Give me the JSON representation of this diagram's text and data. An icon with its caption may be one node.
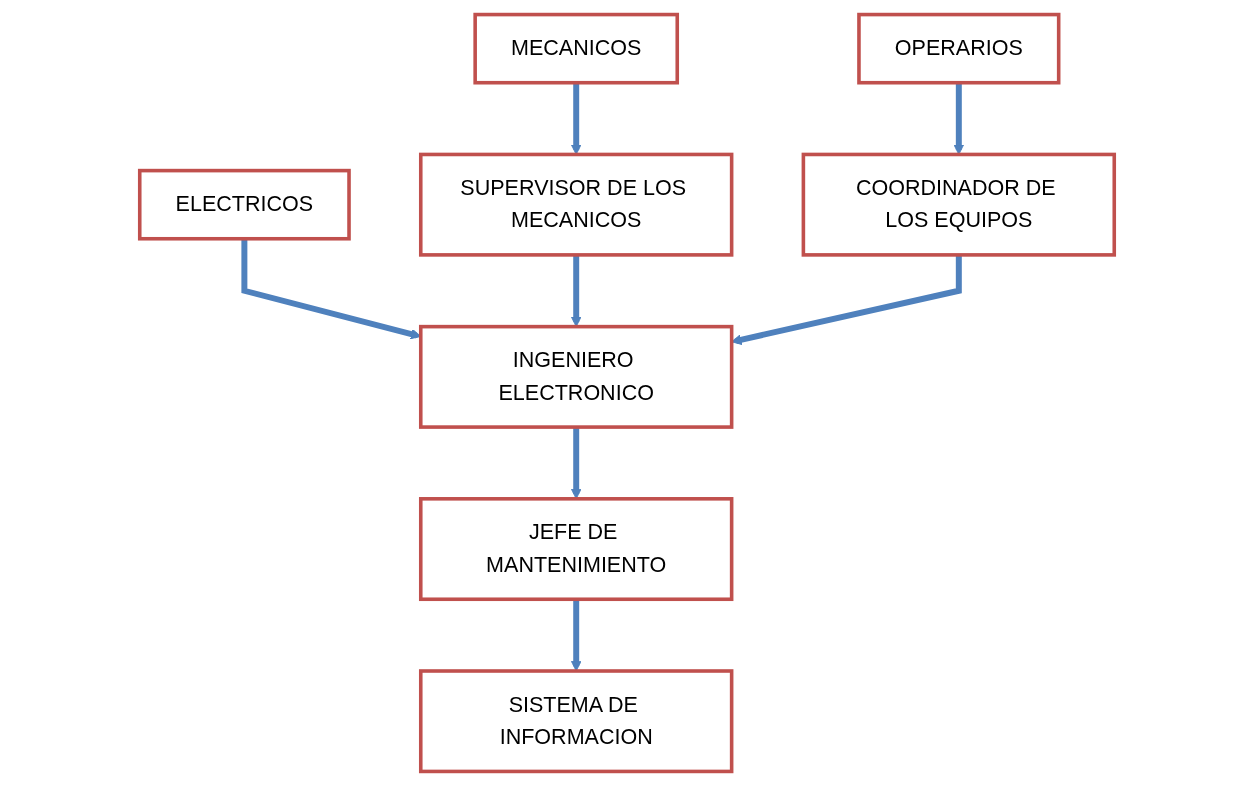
{
  "diagram": {
    "nodes": [
      {
        "text": [
          "MECANICOS"
        ]
      },
      {
        "text": [
          "ELECTRICOS"
        ]
      },
      {
        "text": [
          "OPERARIOS"
        ]
      },
      {
        "text": [
          "SUPERVISOR DE LOS MECANICOS"
        ]
      },
      {
        "text": [
          "COORDINADOR DE LOS EQUIPOS"
        ]
      },
      {
        "text": [
          "INGENIERO ELECTRONICO"
        ]
      },
      {
        "text": [
          "JEFE DE MANTENIMIENTO"
        ]
      },
      {
        "text": [
          "SISTEMA DE INFORMACION"
        ]
      }
    ],
    "edges": [
      {
        "from": 0,
        "to": 3,
        "arrow": "to"
      },
      {
        "from": 1,
        "to": 5,
        "arrow": "to"
      },
      {
        "from": 2,
        "to": 4,
        "arrow": "to"
      },
      {
        "from": 3,
        "to": 5,
        "arrow": "to"
      },
      {
        "from": 4,
        "to": 5,
        "arrow": "to"
      },
      {
        "from": 5,
        "to": 6,
        "arrow": "to"
      },
      {
        "from": 6,
        "to": 7,
        "arrow": "to"
      }
    ]
  }
}
